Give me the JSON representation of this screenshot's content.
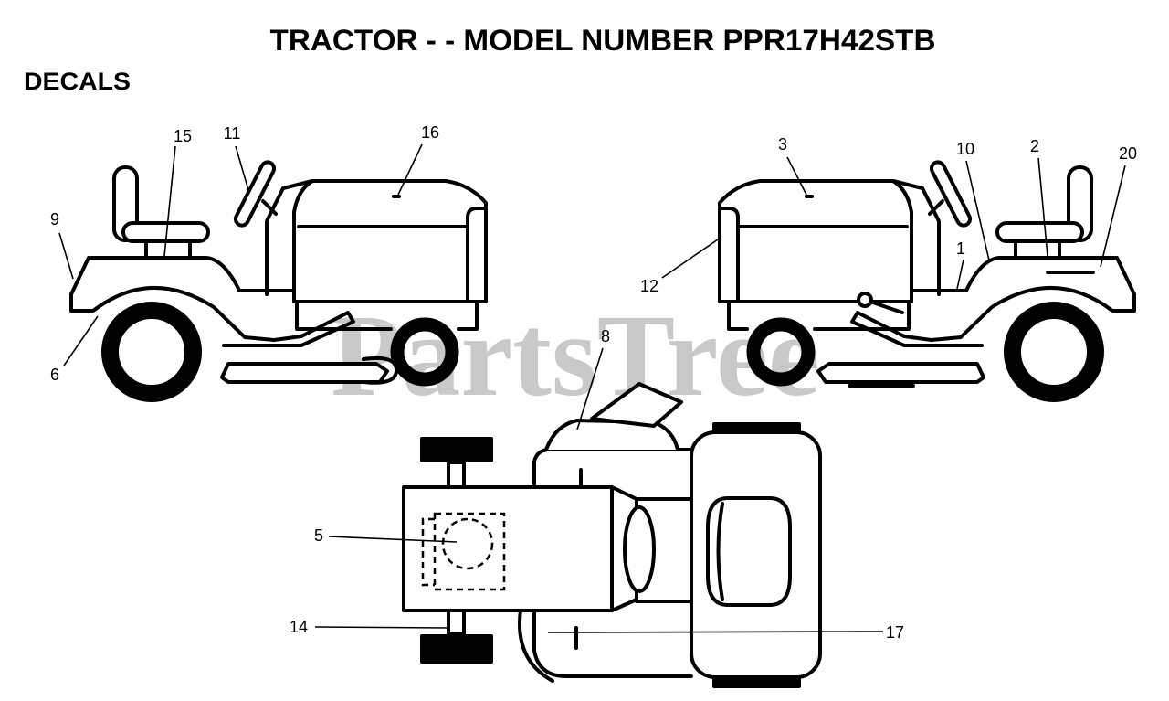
{
  "title": "TRACTOR - - MODEL NUMBER PPR17H42STB",
  "subtitle": "DECALS",
  "watermark": "PartsTree",
  "callouts": [
    "15",
    "11",
    "16",
    "9",
    "6",
    "3",
    "10",
    "2",
    "20",
    "1",
    "12",
    "8",
    "5",
    "14",
    "17"
  ],
  "colors": {
    "line": "#000000",
    "watermark": "#c9c9c9",
    "background": "#ffffff"
  }
}
